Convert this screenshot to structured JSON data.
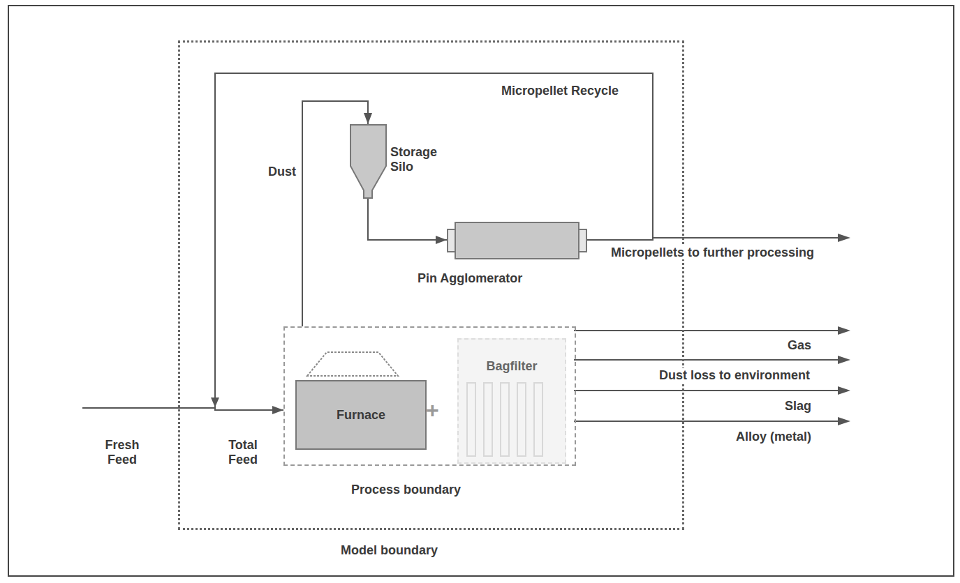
{
  "diagram": {
    "nodes": [
      {
        "text": [
          "Model boundary"
        ]
      },
      {
        "text": [
          "Process boundary"
        ],
        "in": 0
      },
      {
        "text": [
          "Furnace"
        ],
        "in": 1
      },
      {
        "text": [
          "Bagfilter"
        ],
        "in": 1
      },
      {
        "text": [
          "Storage Silo"
        ],
        "in": 0
      },
      {
        "text": [
          "Pin Agglomerator"
        ],
        "in": 0
      }
    ],
    "edges": [
      {
        "from": 1,
        "to": 4,
        "arrow": "to",
        "label": "Dust"
      },
      {
        "from": 4,
        "to": 5,
        "arrow": "to"
      },
      {
        "from": 5,
        "to": 1,
        "arrow": "to",
        "label": "Micropellet Recycle"
      }
    ],
    "labels": [
      "Fresh Feed",
      "Total Feed",
      "+",
      "Micropellets to further processing",
      "Gas",
      "Dust loss to environment",
      "Slag",
      "Alloy (metal)"
    ]
  }
}
